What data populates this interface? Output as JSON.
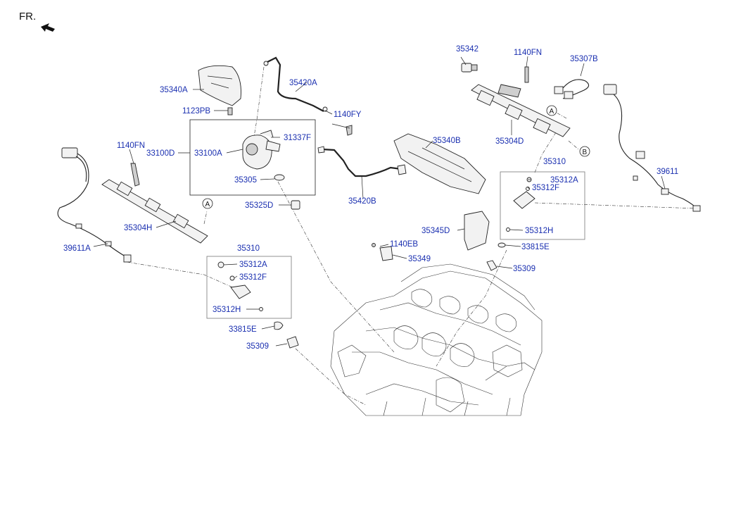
{
  "header": {
    "orientation_label": "FR.",
    "orientation_icon": "direction-arrow-icon"
  },
  "labels": {
    "p35342": "35342",
    "p1140FN_right": "1140FN",
    "p35307B": "35307B",
    "p35340A": "35340A",
    "p35420A": "35420A",
    "p1123PB": "1123PB",
    "p1140FY": "1140FY",
    "p31337F": "31337F",
    "p1140FN_left": "1140FN",
    "p33100D": "33100D",
    "p33100A": "33100A",
    "p35340B": "35340B",
    "p35304D": "35304D",
    "p35310_right": "35310",
    "p39611": "39611",
    "p35312A_right": "35312A",
    "p35312F_right": "35312F",
    "p35305": "35305",
    "p35420B": "35420B",
    "p35325D": "35325D",
    "p35304H": "35304H",
    "p35345D": "35345D",
    "p35312H_right": "35312H",
    "p1140EB": "1140EB",
    "p33815E_right": "33815E",
    "p39611A": "39611A",
    "p35349": "35349",
    "p35310_left": "35310",
    "p35309_right": "35309",
    "p35312A_left": "35312A",
    "p35312F_left": "35312F",
    "p35312H_left": "35312H",
    "p33815E_left": "33815E",
    "p35309_left": "35309"
  },
  "callouts": {
    "A_left": "A",
    "A_right": "A",
    "B_right": "B"
  },
  "colors": {
    "label": "#1a2fb0",
    "line": "#222222"
  }
}
